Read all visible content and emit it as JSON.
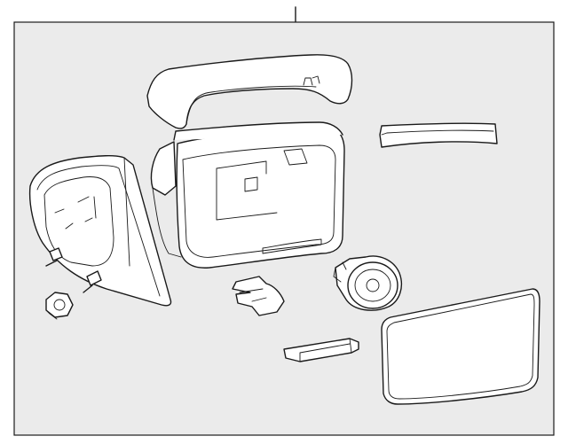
{
  "diagram": {
    "background_color": "#ebebeb",
    "line_color": "#1a1a1a",
    "parts": [
      {
        "id": "mirror-cap",
        "icon": "mirror-cap-shape"
      },
      {
        "id": "turn-signal-lamp",
        "icon": "lamp-strip-shape"
      },
      {
        "id": "mirror-housing",
        "icon": "housing-shape"
      },
      {
        "id": "mounting-bracket",
        "icon": "bracket-shape"
      },
      {
        "id": "nut",
        "icon": "hex-nut-shape"
      },
      {
        "id": "clip",
        "icon": "clip-shape"
      },
      {
        "id": "motor",
        "icon": "motor-shape"
      },
      {
        "id": "puddle-lamp",
        "icon": "bar-shape"
      },
      {
        "id": "mirror-glass",
        "icon": "glass-panel-shape"
      }
    ]
  }
}
